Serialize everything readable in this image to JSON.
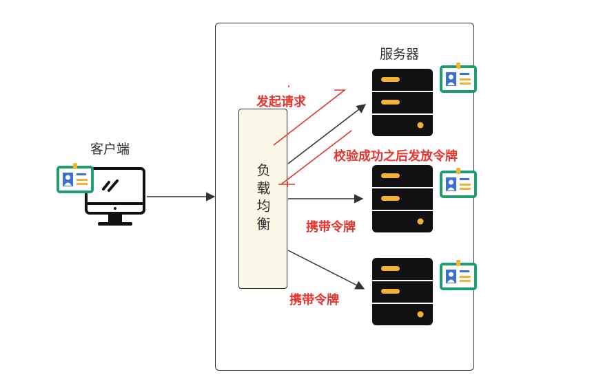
{
  "client": {
    "label": "客户端"
  },
  "server_group": {
    "label": "服务器"
  },
  "load_balancer": {
    "label": "负载均衡"
  },
  "annotations": {
    "send_request": "发起请求",
    "issue_token": "校验成功之后发放令牌",
    "carry_token_1": "携带令牌",
    "carry_token_2": "携带令牌"
  },
  "colors": {
    "annotation_red": "#e8322c",
    "server_body": "#111111",
    "server_slot": "#f2b233",
    "id_card_border": "#1f9d6b",
    "id_card_accent": "#3a6fd8",
    "lb_fill": "#fbf7e6"
  },
  "icons": {
    "client": "monitor-icon",
    "server": "server-rack-icon",
    "badge": "id-card-icon"
  }
}
